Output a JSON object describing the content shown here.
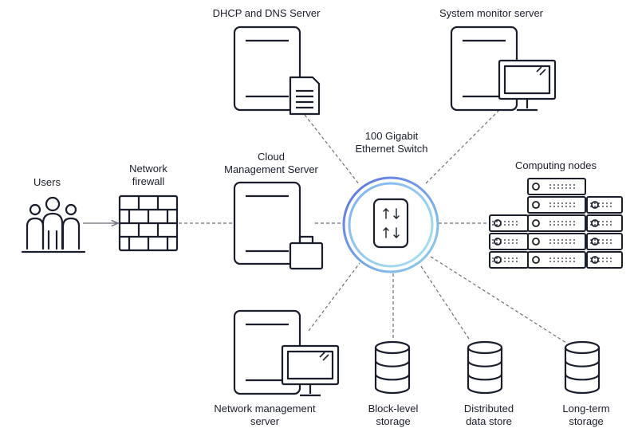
{
  "labels": {
    "users": "Users",
    "firewall_1": "Network",
    "firewall_2": "firewall",
    "dhcp": "DHCP and DNS Server",
    "sysmon": "System monitor server",
    "cloud_1": "Cloud",
    "cloud_2": "Management Server",
    "switch_1": "100 Gigabit",
    "switch_2": "Ethernet Switch",
    "computing": "Computing nodes",
    "netmgmt_1": "Network management",
    "netmgmt_2": "server",
    "block_1": "Block-level",
    "block_2": "storage",
    "distributed_1": "Distributed",
    "distributed_2": "data store",
    "longterm_1": "Long-term",
    "longterm_2": "storage"
  },
  "icons": {
    "users": "users-group-icon",
    "firewall": "brick-wall-firewall-icon",
    "server": "server-tower-icon",
    "document": "document-icon",
    "monitor": "monitor-icon",
    "briefcase": "briefcase-icon",
    "switch": "network-switch-icon",
    "rack": "rack-server-icon",
    "database": "database-cylinder-icon"
  },
  "colors": {
    "ink": "#1a1d2b",
    "connector": "#6b6f7b",
    "switch_ring_outer": "#5a6fe0",
    "switch_ring_inner": "#9fd8ec"
  }
}
